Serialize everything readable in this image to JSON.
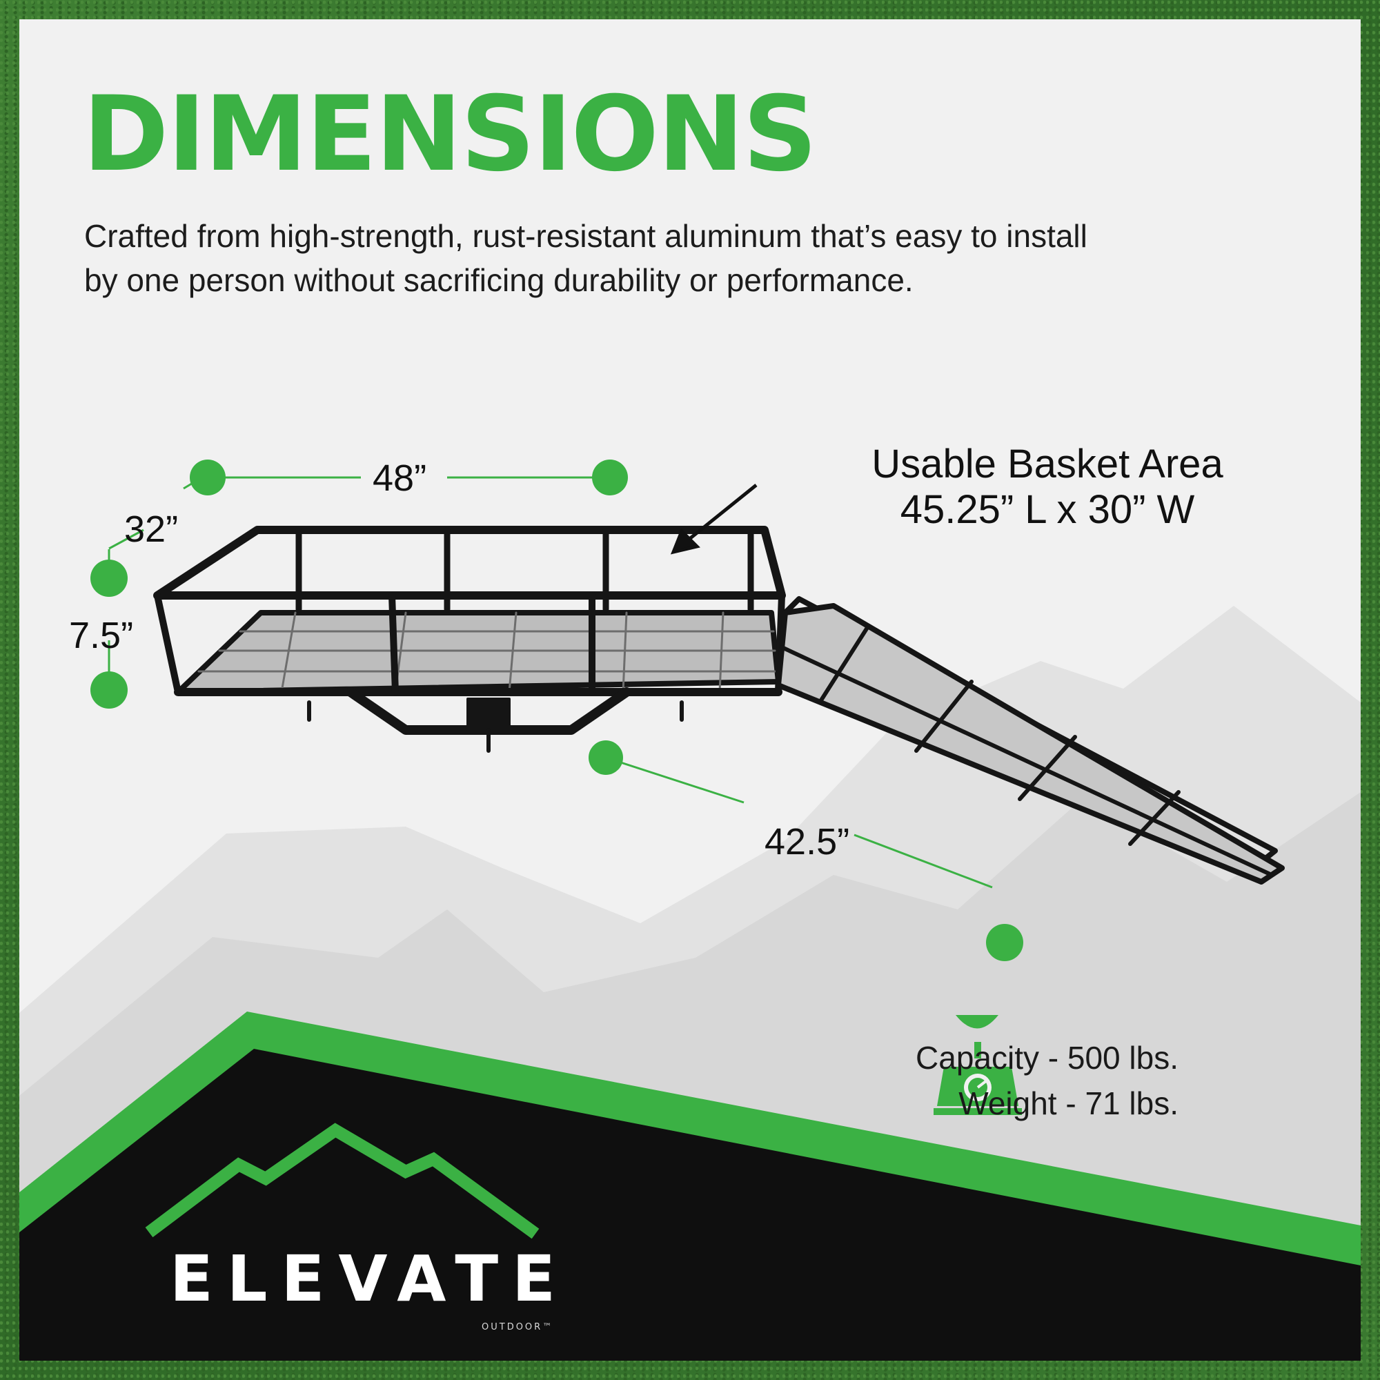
{
  "title": "DIMENSIONS",
  "description": "Crafted from high-strength, rust-resistant aluminum that’s easy to install by one person without sacrificing durability or performance.",
  "dimensions": {
    "length": "48”",
    "depth": "32”",
    "height": "7.5”",
    "ramp_length": "42.5”"
  },
  "usable_area": {
    "line1": "Usable Basket Area",
    "line2": "45.25” L x 30” W"
  },
  "specs": {
    "capacity": "Capacity - 500 lbs.",
    "weight": "Weight - 71 lbs."
  },
  "brand": {
    "name": "ELEVATE",
    "sub": "OUTDOOR™"
  },
  "colors": {
    "accent": "#3bb144",
    "dark": "#0f0f0f",
    "panel": "#f1f1f1"
  },
  "icons": [
    "scale-icon",
    "mountain-logo-icon",
    "arrow-icon"
  ]
}
